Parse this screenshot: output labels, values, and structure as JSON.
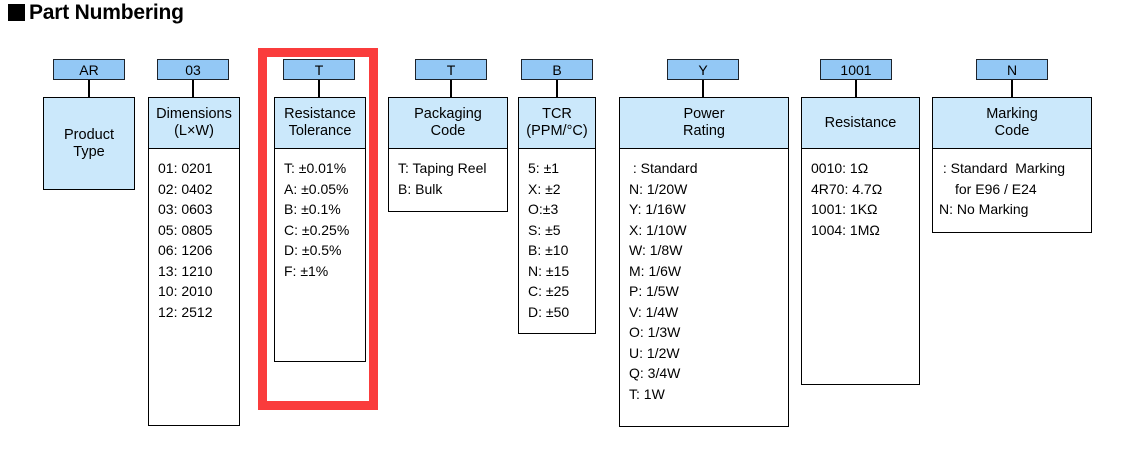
{
  "title": {
    "marker": "black-square-bullet",
    "text": "Part Numbering"
  },
  "highlight": {
    "color": "#fa3c3c",
    "target_column": "Resistance Tolerance"
  },
  "example_part_number": [
    "AR",
    "03",
    "T",
    "T",
    "B",
    "Y",
    "1001",
    "N"
  ],
  "columns": [
    {
      "code": "AR",
      "head_line1": "Product",
      "head_line2": "Type",
      "items": []
    },
    {
      "code": "03",
      "head_line1": "Dimensions",
      "head_line2": "(L×W)",
      "items": [
        "01: 0201",
        "02: 0402",
        "03: 0603",
        "05: 0805",
        "06: 1206",
        "13: 1210",
        "10: 2010",
        "12: 2512"
      ]
    },
    {
      "code": "T",
      "head_line1": "Resistance",
      "head_line2": "Tolerance",
      "items": [
        "T: ±0.01%",
        "A: ±0.05%",
        "B: ±0.1%",
        "C: ±0.25%",
        "D: ±0.5%",
        "F: ±1%"
      ]
    },
    {
      "code": "T",
      "head_line1": "Packaging",
      "head_line2": "Code",
      "items": [
        "T: Taping Reel",
        "B: Bulk"
      ]
    },
    {
      "code": "B",
      "head_line1": "TCR",
      "head_line2": "(PPM/°C)",
      "items": [
        "5: ±1",
        "X: ±2",
        "O:±3",
        "S: ±5",
        "B: ±10",
        "N: ±15",
        "C: ±25",
        "D: ±50"
      ]
    },
    {
      "code": "Y",
      "head_line1": "Power",
      "head_line2": "Rating",
      "items": [
        " : Standard",
        "N: 1/20W",
        "Y: 1/16W",
        "X: 1/10W",
        "W: 1/8W",
        "M: 1/6W",
        "P: 1/5W",
        "V: 1/4W",
        "O: 1/3W",
        "U: 1/2W",
        "Q: 3/4W",
        "T: 1W"
      ]
    },
    {
      "code": "1001",
      "head_line1": "Resistance",
      "head_line2": "",
      "items": [
        "0010: 1Ω",
        "4R70: 4.7Ω",
        "1001: 1KΩ",
        "1004: 1MΩ"
      ]
    },
    {
      "code": "N",
      "head_line1": "Marking",
      "head_line2": "Code",
      "items": [
        " : Standard  Marking",
        "for E96 / E24",
        "N: No Marking"
      ]
    }
  ]
}
